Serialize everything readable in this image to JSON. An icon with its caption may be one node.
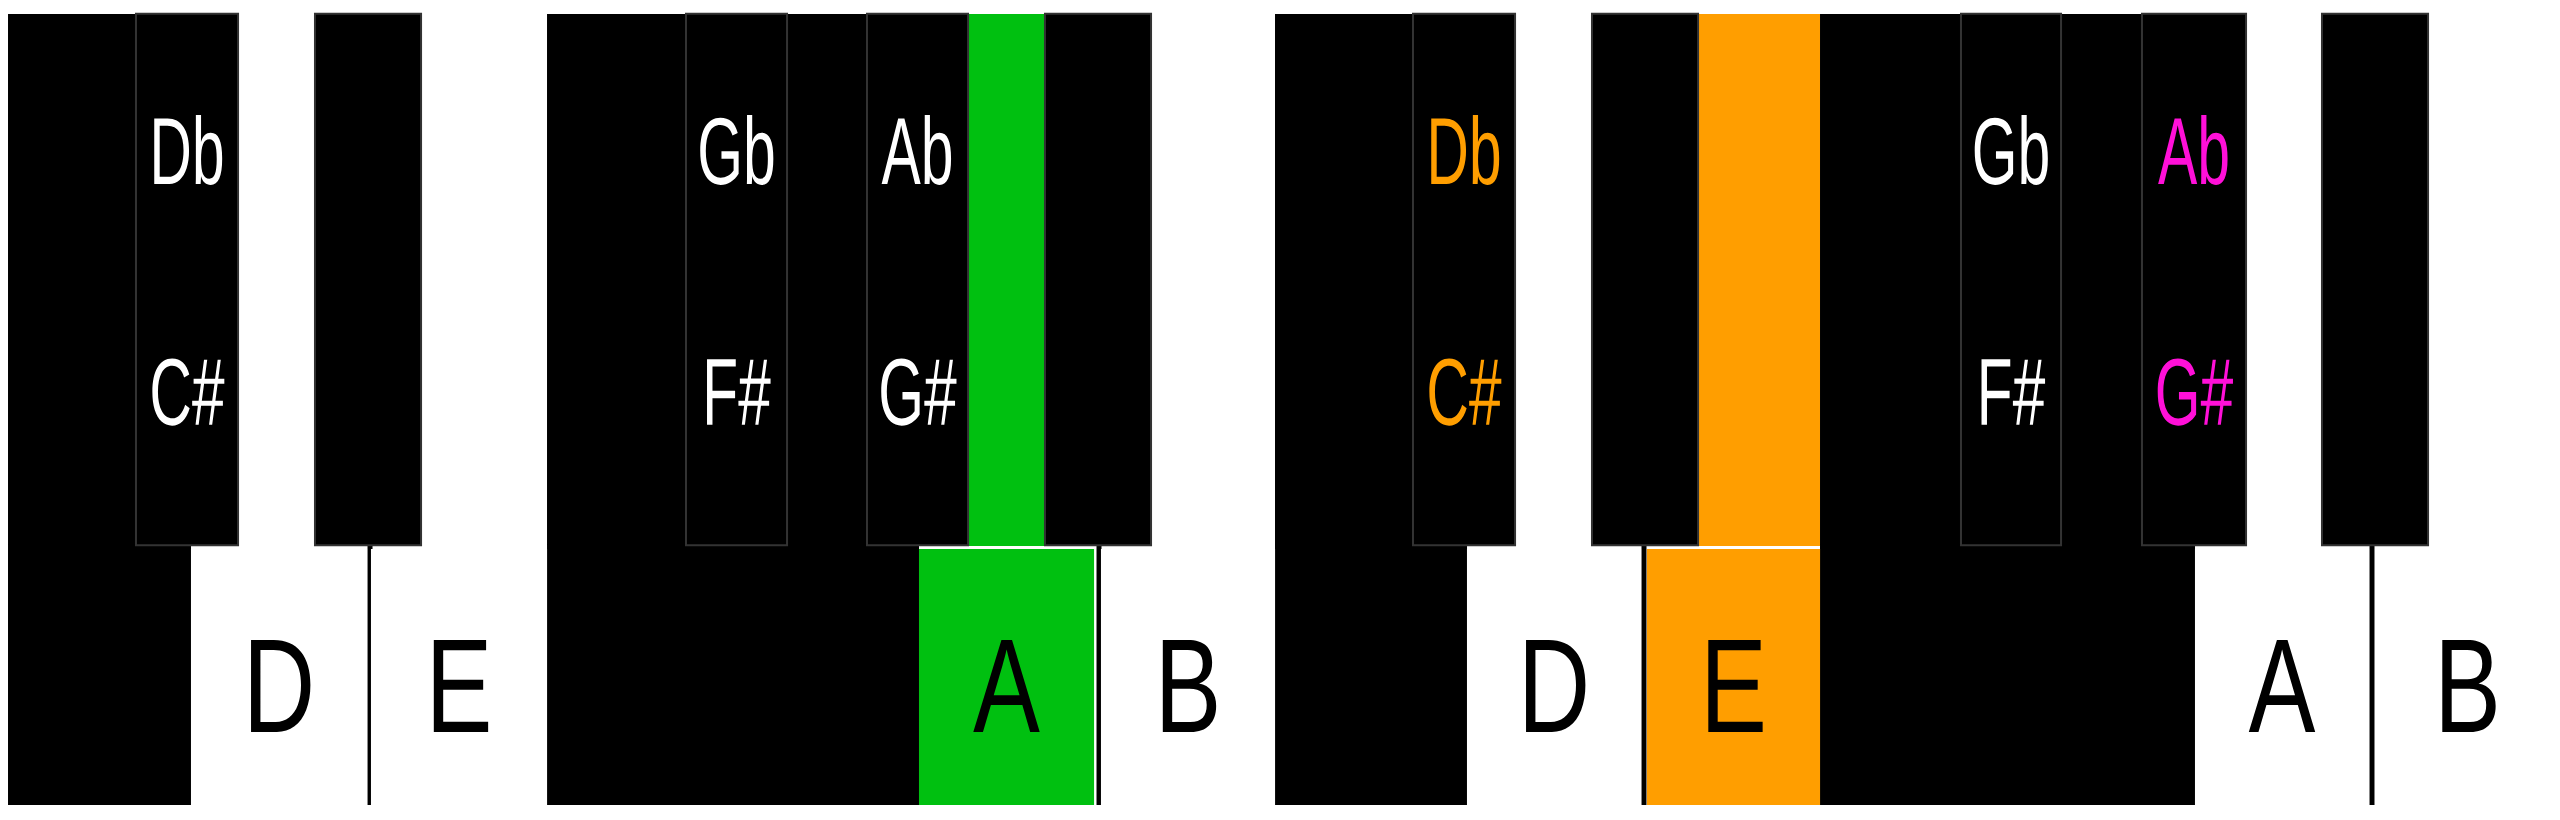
{
  "diagram": {
    "nodes": [
      {
        "text": [
          "Db",
          "C#"
        ]
      },
      {
        "text": [
          "D"
        ]
      },
      {
        "text": [],
        "shape": "box"
      },
      {
        "text": [
          "E"
        ]
      },
      {
        "text": [
          "Gb",
          "F#"
        ]
      },
      {
        "text": [
          "Ab",
          "G#"
        ]
      },
      {
        "text": [
          "A"
        ]
      },
      {
        "text": [],
        "shape": "box"
      },
      {
        "text": [
          "B"
        ]
      },
      {
        "text": [
          "Db",
          "C#"
        ]
      },
      {
        "text": [
          "D"
        ]
      },
      {
        "text": [],
        "shape": "box"
      },
      {
        "text": [
          "E"
        ]
      },
      {
        "text": [
          "Gb",
          "F#"
        ]
      },
      {
        "text": [
          "Ab",
          "G#"
        ]
      },
      {
        "text": [
          "A"
        ]
      },
      {
        "text": [],
        "shape": "box"
      },
      {
        "text": [
          "B"
        ]
      }
    ]
  }
}
